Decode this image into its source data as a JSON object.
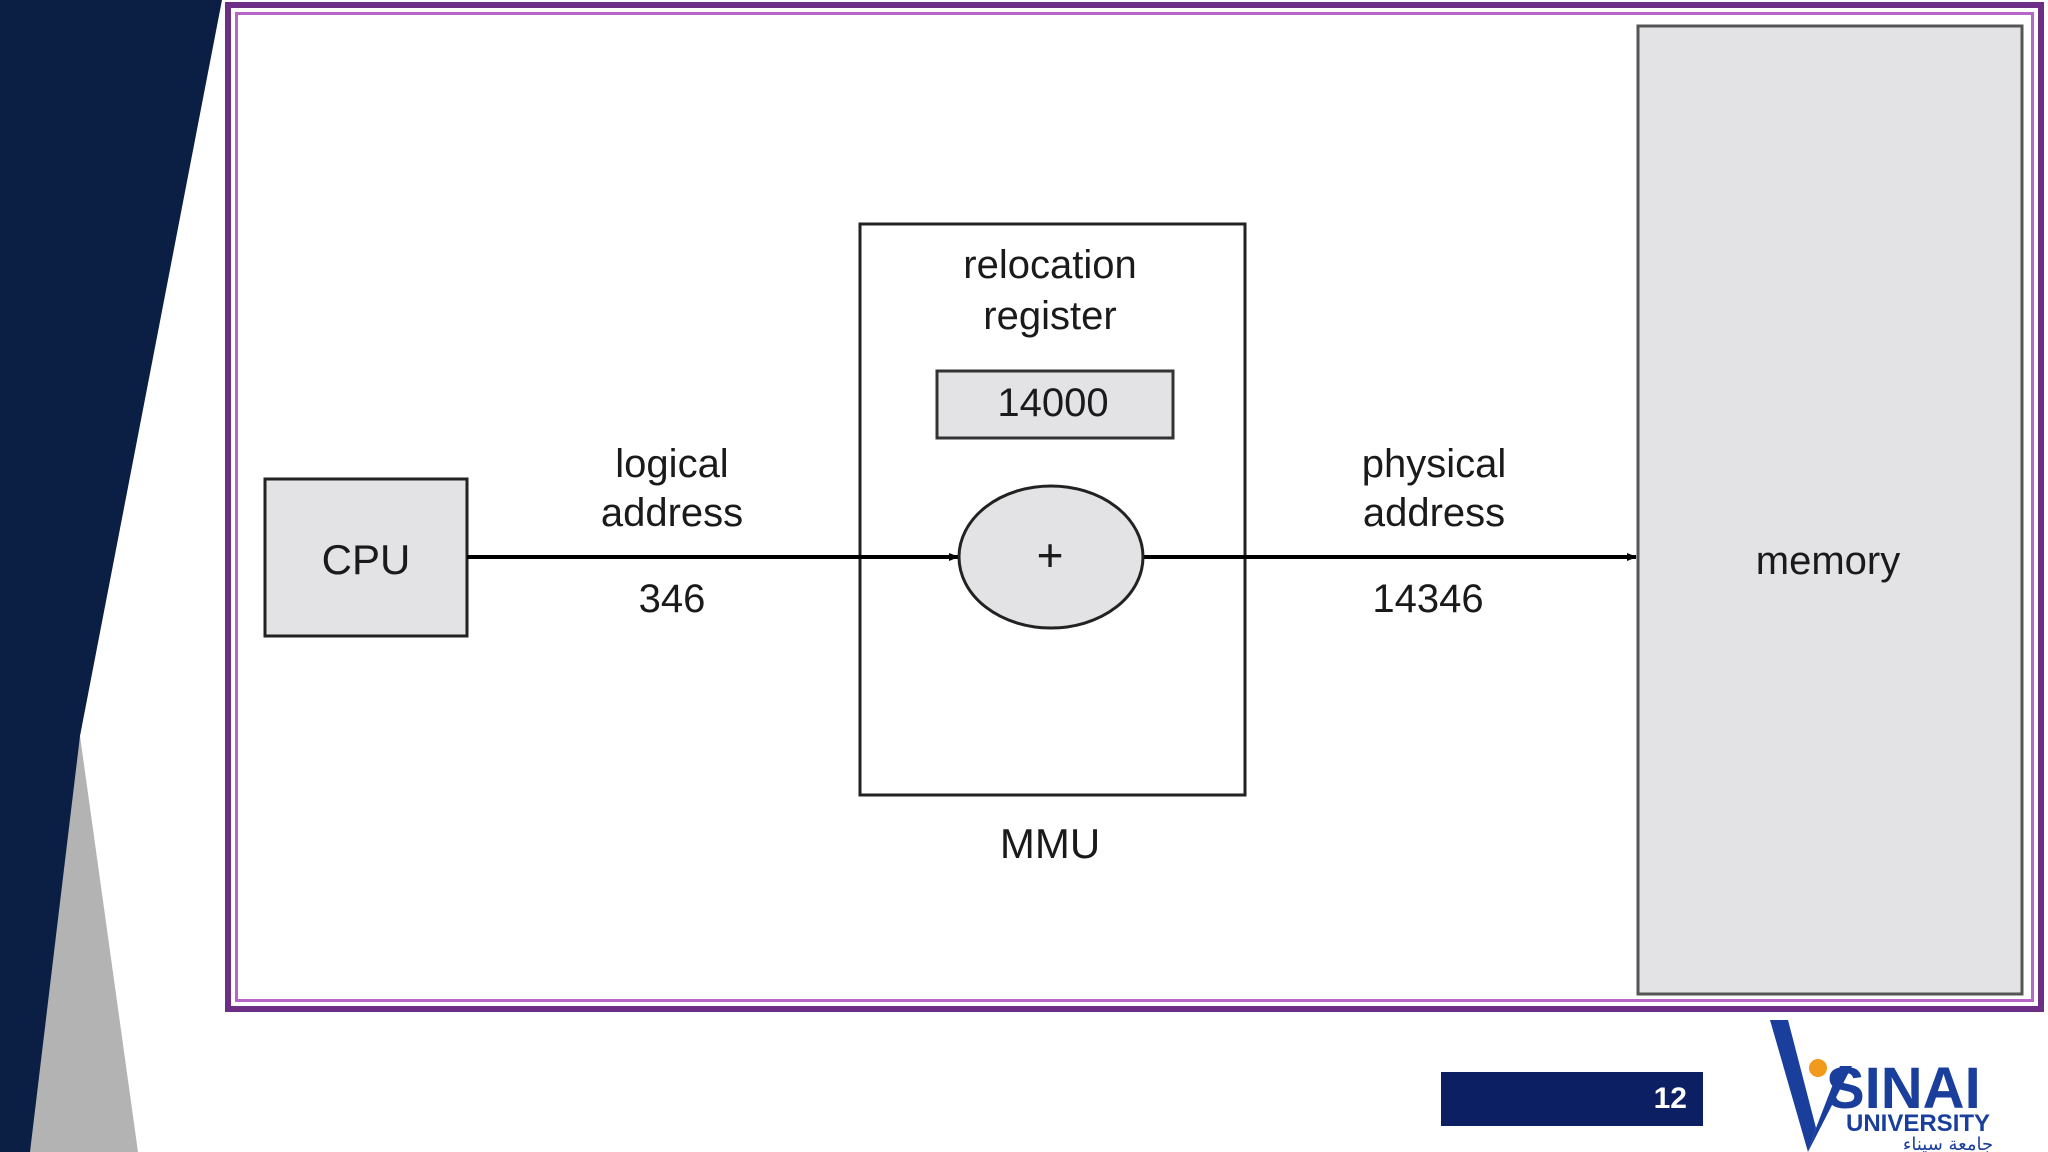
{
  "diagram": {
    "cpu_label": "CPU",
    "logical_address_line1": "logical",
    "logical_address_line2": "address",
    "logical_address_value": "346",
    "relocation_register_line1": "relocation",
    "relocation_register_line2": "register",
    "relocation_register_value": "14000",
    "adder_symbol": "+",
    "mmu_label": "MMU",
    "physical_address_line1": "physical",
    "physical_address_line2": "address",
    "physical_address_value": "14346",
    "memory_label": "memory"
  },
  "footer": {
    "page_number": "12",
    "logo_main": "SINAI",
    "logo_sub": "UNIVERSITY",
    "logo_arabic": "جامعة سيناء"
  },
  "colors": {
    "navy": "#0b1f45",
    "frame_purple": "#6d2f86",
    "box_fill": "#e3e3e6",
    "page_bar": "#0d1f63",
    "logo_orange": "#f29a1c",
    "logo_blue": "#1a3e9c"
  }
}
